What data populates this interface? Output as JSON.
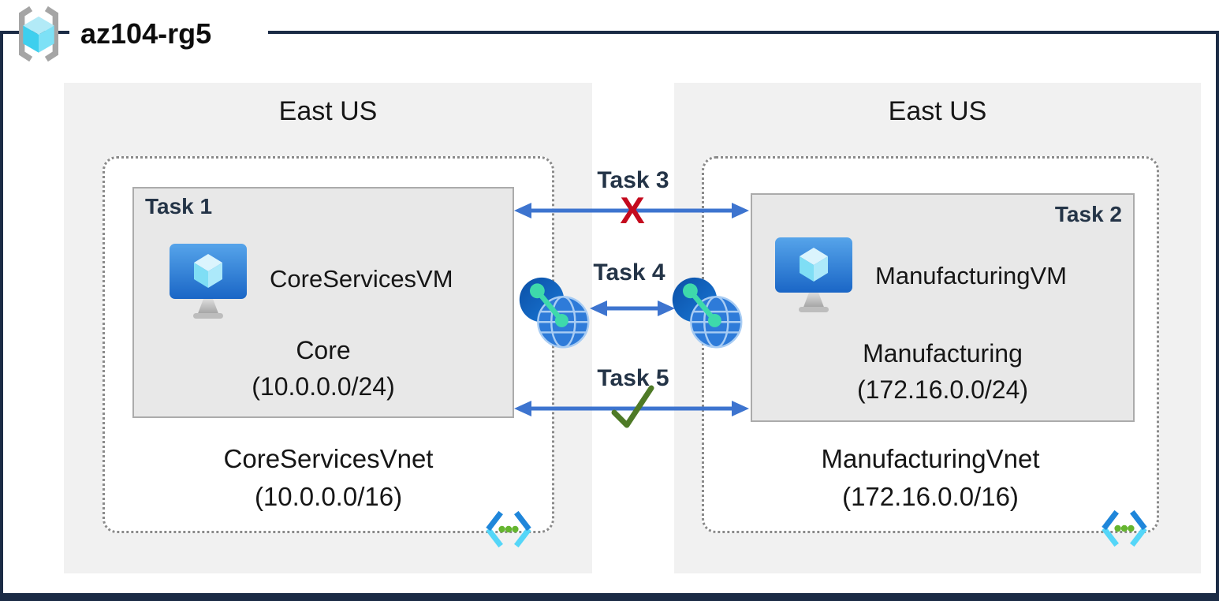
{
  "header": {
    "title": "az104-rg5",
    "icon": "resource-group-icon"
  },
  "regions": {
    "left": {
      "location": "East US",
      "task": "Task 1",
      "vm_name": "CoreServicesVM",
      "subnet_name": "Core",
      "subnet_cidr": "(10.0.0.0/24)",
      "vnet_name": "CoreServicesVnet",
      "vnet_cidr": "(10.0.0.0/16)"
    },
    "right": {
      "location": "East US",
      "task": "Task 2",
      "vm_name": "ManufacturingVM",
      "subnet_name": "Manufacturing",
      "subnet_cidr": "(172.16.0.0/24)",
      "vnet_name": "ManufacturingVnet",
      "vnet_cidr": "(172.16.0.0/16)"
    }
  },
  "connections": [
    {
      "label": "Task 3",
      "status": "blocked",
      "marker": "X"
    },
    {
      "label": "Task 4",
      "status": "peering",
      "marker": ""
    },
    {
      "label": "Task 5",
      "status": "allowed",
      "marker": "✓"
    }
  ],
  "colors": {
    "frame": "#1b2b45",
    "arrow": "#3d74cf",
    "blocked_x": "#c40a1e",
    "allowed_check": "#4e7a26",
    "task_label": "#243447",
    "panel_bg": "#f1f1f1",
    "subnet_bg": "#e8e8e8"
  }
}
